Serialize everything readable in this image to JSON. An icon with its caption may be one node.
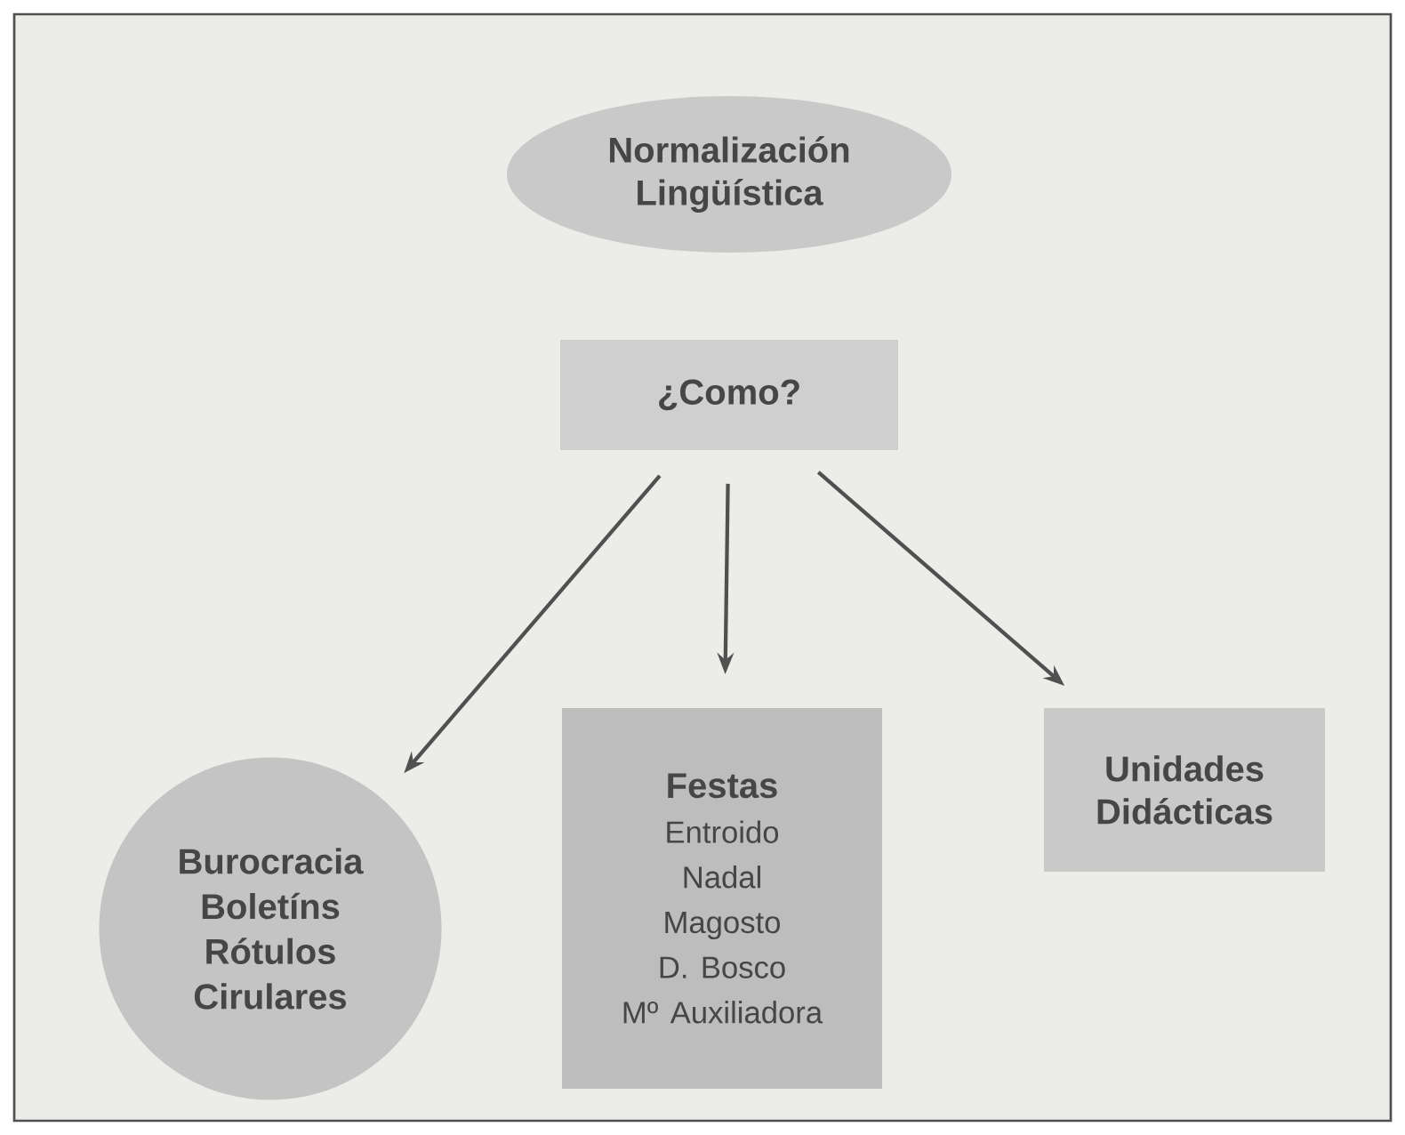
{
  "diagram": {
    "nodes": [
      {
        "text": [
          "Normalización Lingüística"
        ]
      },
      {
        "text": [
          "¿Como?"
        ]
      },
      {
        "text": [
          "Burocracia",
          "Boletíns",
          "Rótulos",
          "Cirulares"
        ]
      },
      {
        "text": [
          "Festas",
          "Entroido",
          "Nadal",
          "Magosto",
          "D. Bosco",
          "Mº Auxiliadora"
        ]
      },
      {
        "text": [
          "Unidades Didácticas"
        ]
      }
    ],
    "edges": [
      {
        "from": 1,
        "to": 2,
        "arrow": "to"
      },
      {
        "from": 1,
        "to": 3,
        "arrow": "to"
      },
      {
        "from": 1,
        "to": 4,
        "arrow": "to"
      }
    ]
  }
}
